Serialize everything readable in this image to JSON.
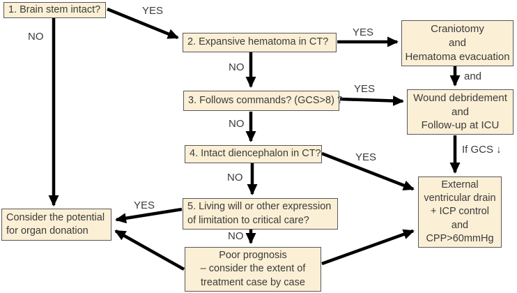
{
  "flowchart": {
    "colors": {
      "box_fill": "#FBEFD5",
      "box_border": "#575757",
      "text": "#3B3B3B",
      "arrow": "#000000",
      "background": "#FFFFFF"
    },
    "nodes": {
      "q1": {
        "text": "1. Brain stem intact?"
      },
      "q2": {
        "text": "2. Expansive hematoma in CT?"
      },
      "q3": {
        "text": "3. Follows commands? (GCS>8) ?"
      },
      "q4": {
        "text": "4. Intact diencephalon in CT?"
      },
      "q5": {
        "text": "5. Living will or other expression\nof limitation to critical care?"
      },
      "poor_prognosis": {
        "text": "Poor prognosis\n– consider the extent of\ntreatment case by case"
      },
      "organ_donation": {
        "text": "Consider the potential\nfor organ donation"
      },
      "craniotomy": {
        "text": "Craniotomy\nand\nHematoma evacuation"
      },
      "wound_debridement": {
        "text": "Wound debridement\nand\nFollow-up at ICU"
      },
      "evd": {
        "text": "External\nventricular drain\n+ ICP control\nand\nCPP>60mmHg"
      }
    },
    "labels": {
      "q1_yes": "YES",
      "q1_no": "NO",
      "q2_yes": "YES",
      "q2_no": "NO",
      "q3_yes": "YES",
      "q3_no": "NO",
      "q4_yes": "YES",
      "q4_no": "NO",
      "q5_yes": "YES",
      "q5_no": "NO",
      "and_connector": "and",
      "if_gcs_drop": "If GCS ↓"
    }
  }
}
